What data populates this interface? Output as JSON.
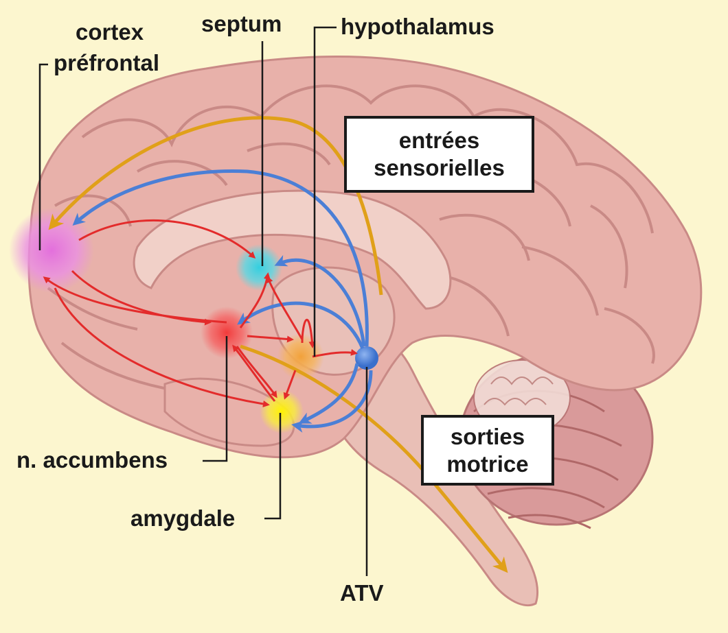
{
  "labels": {
    "cortex_prefrontal": [
      "cortex",
      "préfrontal"
    ],
    "septum": "septum",
    "hypothalamus": "hypothalamus",
    "entrees_sensorielles": [
      "entrées",
      "sensorielles"
    ],
    "sorties_motrice": [
      "sorties",
      "motrice"
    ],
    "n_accumbens": "n. accumbens",
    "amygdale": "amygdale",
    "atv": "ATV"
  },
  "colors": {
    "background": "#fcf6cf",
    "brain": "#e8b3ab",
    "brain_outline": "#c98a86",
    "cerebellum": "#d99999",
    "pathway_red": "#e32b2b",
    "pathway_blue": "#4b7fd6",
    "pathway_orange": "#e0a019",
    "region_prefrontal": "#e070d8",
    "region_septum": "#3fd0dc",
    "region_accumbens": "#f04848",
    "region_hypothalamus": "#f0a030",
    "region_amygdale": "#f6ea20",
    "region_atv": "#4a80dd"
  }
}
